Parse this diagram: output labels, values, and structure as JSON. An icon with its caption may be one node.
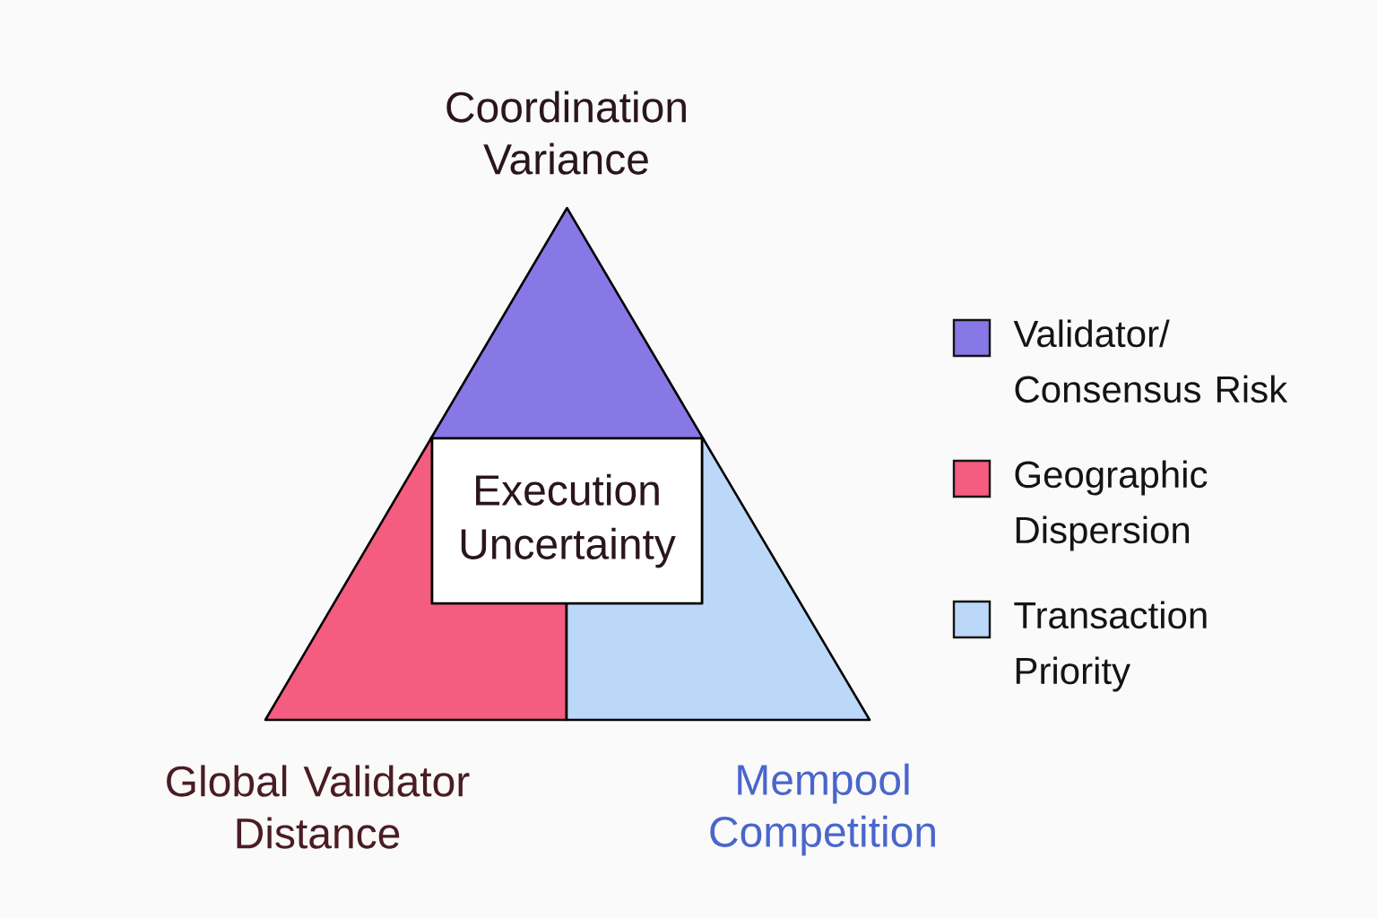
{
  "diagram": {
    "nodes": [
      {
        "text": [],
        "shape": "triangle",
        "beside": [
          "Coordination Variance"
        ]
      },
      {
        "text": [],
        "shape": "polygon",
        "beside": [
          "Global Validator Distance"
        ]
      },
      {
        "text": [
          "Execution Uncertainty"
        ]
      },
      {
        "text": [],
        "shape": "polygon",
        "beside": [
          "Mempool Competition"
        ]
      }
    ],
    "legend": [
      {
        "text": "Validator/ Consensus Risk",
        "color": "#8878e6"
      },
      {
        "text": "Geographic Dispersion",
        "color": "#f45c80"
      },
      {
        "text": "Transaction Priority",
        "color": "#bcd8f8"
      }
    ]
  }
}
